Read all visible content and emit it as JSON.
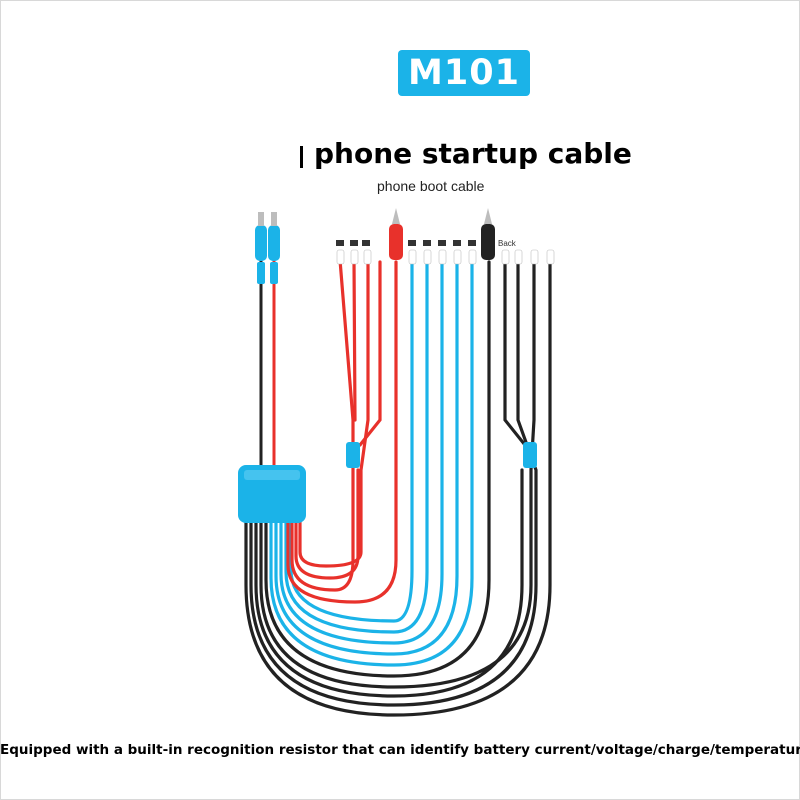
{
  "model_badge": "M101",
  "title": "phone startup cable",
  "subtitle": "phone boot cable",
  "connector_label": "Back",
  "footer": "Equipped with a built-in recognition resistor that can identify battery current/voltage/charge/temperature",
  "colors": {
    "accent": "#1bb3e8",
    "red_wire": "#e8312b",
    "black_wire": "#222222"
  }
}
